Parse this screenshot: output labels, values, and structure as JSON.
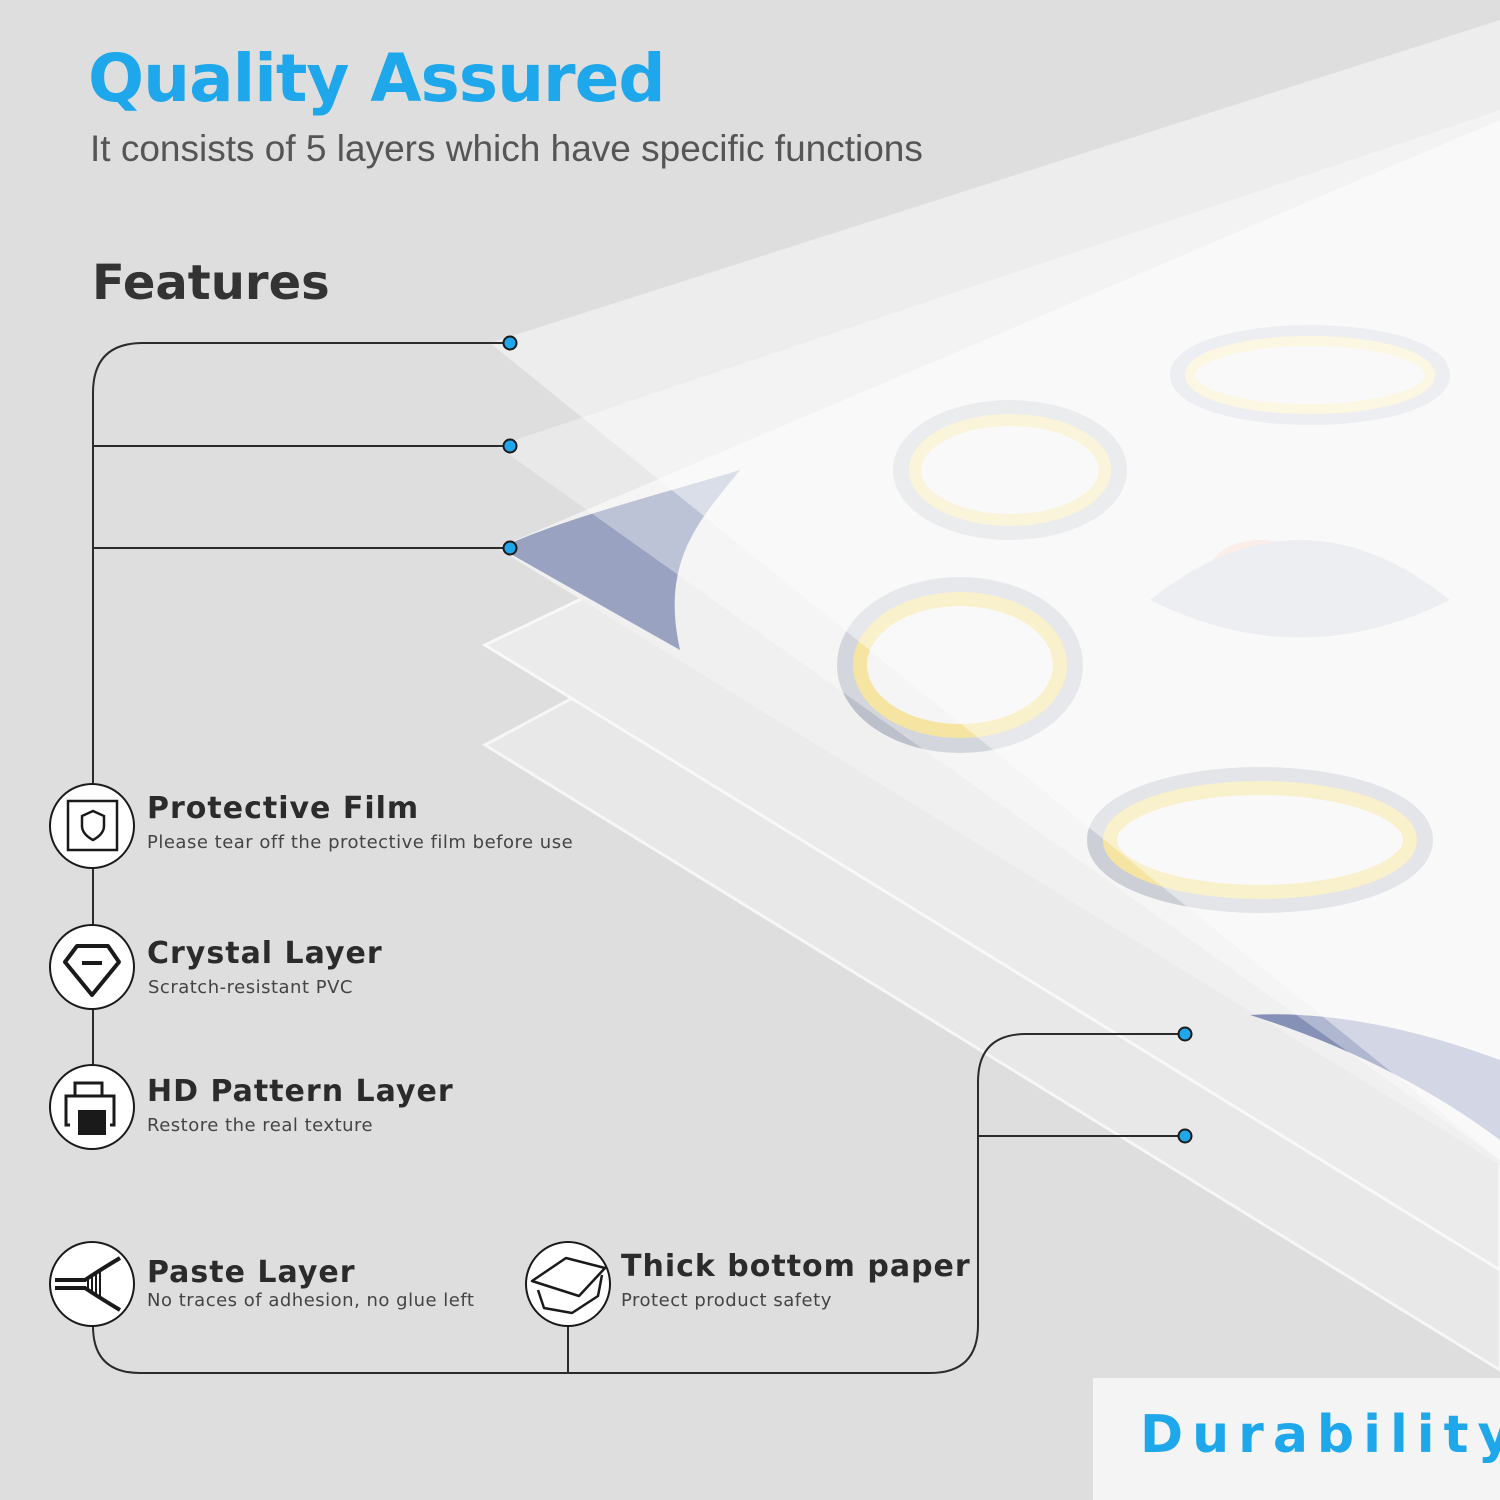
{
  "header": {
    "title": "Quality Assured",
    "subtitle": "It consists of 5 layers which have specific functions"
  },
  "features_heading": "Features",
  "features": [
    {
      "icon": "shield-icon",
      "title": "Protective Film",
      "desc": "Please tear off the protective film before use"
    },
    {
      "icon": "diamond-icon",
      "title": "Crystal Layer",
      "desc": "Scratch-resistant PVC"
    },
    {
      "icon": "printer-icon",
      "title": "HD Pattern Layer",
      "desc": "Restore the real texture"
    },
    {
      "icon": "adhesive-icon",
      "title": "Paste Layer",
      "desc": "No traces of adhesion, no glue left"
    },
    {
      "icon": "paper-stack-icon",
      "title": "Thick bottom paper",
      "desc": "Protect product safety"
    }
  ],
  "footer_badge": "Durability",
  "colors": {
    "accent": "#1ea7ea",
    "background": "#dedede",
    "line": "#2b2b2b"
  }
}
